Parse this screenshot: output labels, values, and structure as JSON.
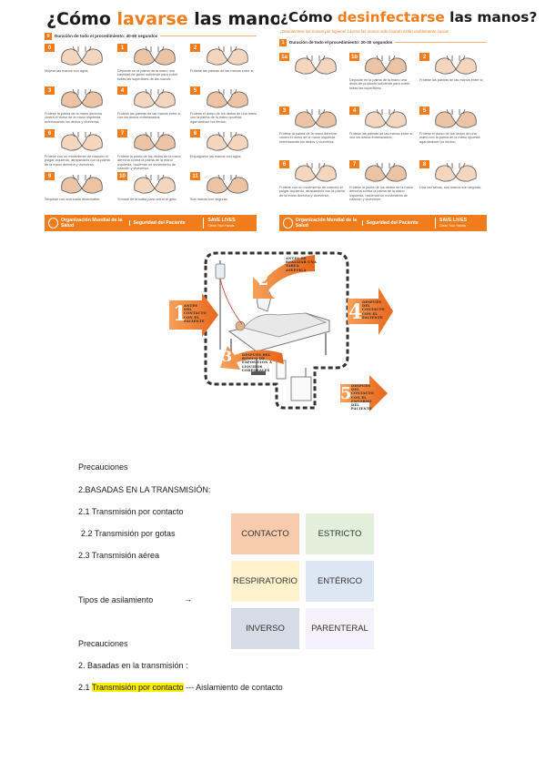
{
  "poster_wash": {
    "title_pre": "¿Cómo ",
    "title_hl": "lavarse",
    "title_post": " las manos?",
    "duration_num": "0",
    "duration": "Duración de todo el procedimiento: 40-60 segundos",
    "steps": [
      {
        "n": "0",
        "cap": "Mójese las manos con agua;"
      },
      {
        "n": "1",
        "cap": "Deposite en la palma de la mano una cantidad de jabón suficiente para cubrir todas las superficies de las manos;"
      },
      {
        "n": "2",
        "cap": "Frótese las palmas de las manos entre sí;"
      },
      {
        "n": "3",
        "cap": "Frótese la palma de la mano derecha contra el dorso de la mano izquierda entrelazando los dedos y viceversa;"
      },
      {
        "n": "4",
        "cap": "Frótese las palmas de las manos entre sí, con los dedos entrelazados;"
      },
      {
        "n": "5",
        "cap": "Frótese el dorso de los dedos de una mano con la palma de la mano opuesta, agarrándose los dedos;"
      },
      {
        "n": "6",
        "cap": "Frótese con un movimiento de rotación el pulgar izquierdo, atrapándolo con la palma de la mano derecha y viceversa;"
      },
      {
        "n": "7",
        "cap": "Frótese la punta de los dedos de la mano derecha contra la palma de la mano izquierda, haciendo un movimiento de rotación y viceversa;"
      },
      {
        "n": "8",
        "cap": "Enjuáguese las manos con agua;"
      },
      {
        "n": "9",
        "cap": "Séquese con una toalla desechable;"
      },
      {
        "n": "10",
        "cap": "Sírvase de la toalla para cerrar el grifo;"
      },
      {
        "n": "11",
        "cap": "Sus manos son seguras."
      }
    ],
    "footer_org": "Organización Mundial de la Salud",
    "footer_safety": "Seguridad del Paciente",
    "footer_save": "SAVE LIVES",
    "footer_save_sub": "Clean Your Hands"
  },
  "poster_disinfect": {
    "title_pre": "¿Cómo ",
    "title_hl": "desinfectarse",
    "title_post": " las manos?",
    "subtitle": "¡Desinfectese las manos por higiene! Lávese las manos solo cuando estén visiblemente sucias",
    "duration_num": "1",
    "duration": "Duración de todo el procedimiento: 20-30 segundos",
    "steps": [
      {
        "n": "1a",
        "cap": ""
      },
      {
        "n": "1b",
        "cap": "Deposite en la palma de la mano una dosis de producto suficiente para cubrir todas las superficies;"
      },
      {
        "n": "2",
        "cap": "Frótese las palmas de las manos entre sí;"
      },
      {
        "n": "3",
        "cap": "Frótese la palma de la mano derecha contra el dorso de la mano izquierda entrelazando los dedos y viceversa;"
      },
      {
        "n": "4",
        "cap": "Frótese las palmas de las manos entre sí, con los dedos entrelazados;"
      },
      {
        "n": "5",
        "cap": "Frótese el dorso de los dedos de una mano con la palma de la mano opuesta, agarrándose los dedos;"
      },
      {
        "n": "6",
        "cap": "Frótese con un movimiento de rotación el pulgar izquierdo, atrapándolo con la palma de la mano derecha y viceversa;"
      },
      {
        "n": "7",
        "cap": "Frótese la punta de los dedos de la mano derecha contra la palma de la mano izquierda, haciendo un movimiento de rotación y viceversa;"
      },
      {
        "n": "8",
        "cap": "Una vez secas, sus manos son seguras."
      }
    ],
    "footer_org": "Organización Mundial de la Salud",
    "footer_safety": "Seguridad del Paciente",
    "footer_save": "SAVE LIVES",
    "footer_save_sub": "Clean Your Hands"
  },
  "diagram": {
    "n1": "1",
    "a1": "ANTES DEL CONTACTO CON EL PACIENTE",
    "n2": "2",
    "a2": "ANTES DE REALIZAR UNA TAREA ASÉPTICA",
    "n3": "3",
    "a3": "DESPUÉS DEL RIESGO DE EXPOSICIÓN A LÍQUIDOS CORPORALES",
    "n4": "4",
    "a4": "DESPUÉS DEL CONTACTO CON EL PACIENTE",
    "n5": "5",
    "a5": "DESPUÉS DEL CONTACTO CON EL ENTORNO DEL PACIENTE"
  },
  "notes": {
    "line1": "Precauciones",
    "line2": "2.BASADAS EN LA TRANSMISIÓN:",
    "line3": "2.1 Transmisión por contacto",
    "line4": "2.2 Transmisión por gotas",
    "line5": "2.3 Transmisión aérea",
    "line6": "Tipos de asilamiento",
    "arrow": "→",
    "line7": "Precauciones",
    "line8": "2. Basadas en la transmisión :",
    "line9_pre": "2.1 ",
    "line9_hl": "Transmisión por contacto",
    "line9_post": " --- Aislamiento de contacto"
  },
  "isolation_boxes": [
    {
      "label": "CONTACTO",
      "color": "#f8cbad"
    },
    {
      "label": "ESTRICTO",
      "color": "#e2efda"
    },
    {
      "label": "RESPIRATORIO",
      "color": "#fff2cc"
    },
    {
      "label": "ENTÉRICO",
      "color": "#dde7f3"
    },
    {
      "label": "INVERSO",
      "color": "#d5dce6"
    },
    {
      "label": "PARENTERAL",
      "color": "#f4f1fb"
    }
  ],
  "colors": {
    "accent": "#f07c1b",
    "highlight": "#fff000"
  }
}
